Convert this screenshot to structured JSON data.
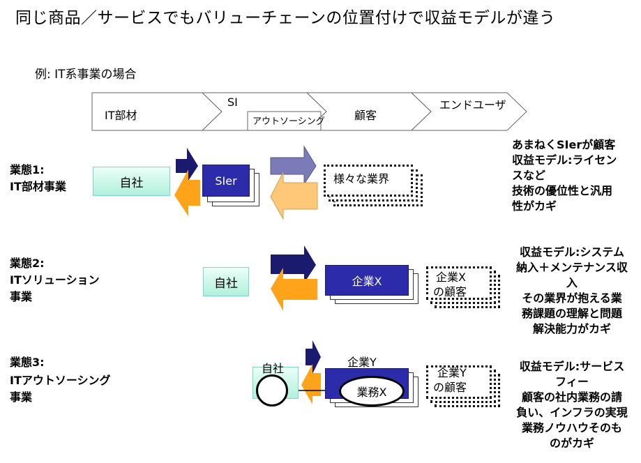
{
  "title": "同じ商品／サービスでもバリューチェーンの位置付けで収益モデルが違う",
  "example_label": "例: IT系事業の場合",
  "value_chain": {
    "stages": [
      "IT部材",
      "SI",
      "顧客",
      "エンドユーザ"
    ],
    "sub_stage": "アウトソーシング"
  },
  "business_models": [
    {
      "name_line1": "業態1:",
      "name_line2": "IT部材事業",
      "self_label": "自社",
      "partner_label": "SIer",
      "customer_label": "様々な業界",
      "description": [
        "あまねくSIerが顧客",
        "収益モデル:ライセン",
        "スなど",
        "技術の優位性と汎用",
        "性がカギ"
      ]
    },
    {
      "name_line1": "業態2:",
      "name_line2": "ITソリューション",
      "name_line3": "事業",
      "self_label": "自社",
      "client_label": "企業X",
      "customer_label_line1": "企業X",
      "customer_label_line2": "の顧客",
      "description": [
        "収益モデル:システム",
        "納入＋メンテナンス収",
        "入",
        "その業界が抱える業",
        "務課題の理解と問題",
        "解決能力がカギ"
      ]
    },
    {
      "name_line1": "業態3:",
      "name_line2": "ITアウトソーシング",
      "name_line3": "事業",
      "self_label": "自社",
      "client_label": "企業Y",
      "task_label": "業務X",
      "customer_label_line1": "企業Y",
      "customer_label_line2": "の顧客",
      "description": [
        "収益モデル:サービス",
        "フィー",
        "顧客の社内業務の請",
        "負い、インフラの実現",
        "業務ノウハウそのも",
        "のがカギ"
      ]
    }
  ],
  "colors": {
    "navy": "#1a1a6e",
    "orange": "#ffa31a",
    "violet_arrow": "#7b7bb8",
    "peach_arrow": "#ffc878",
    "self_box": "#c8f5e6",
    "client_box": "#2c2caa"
  }
}
